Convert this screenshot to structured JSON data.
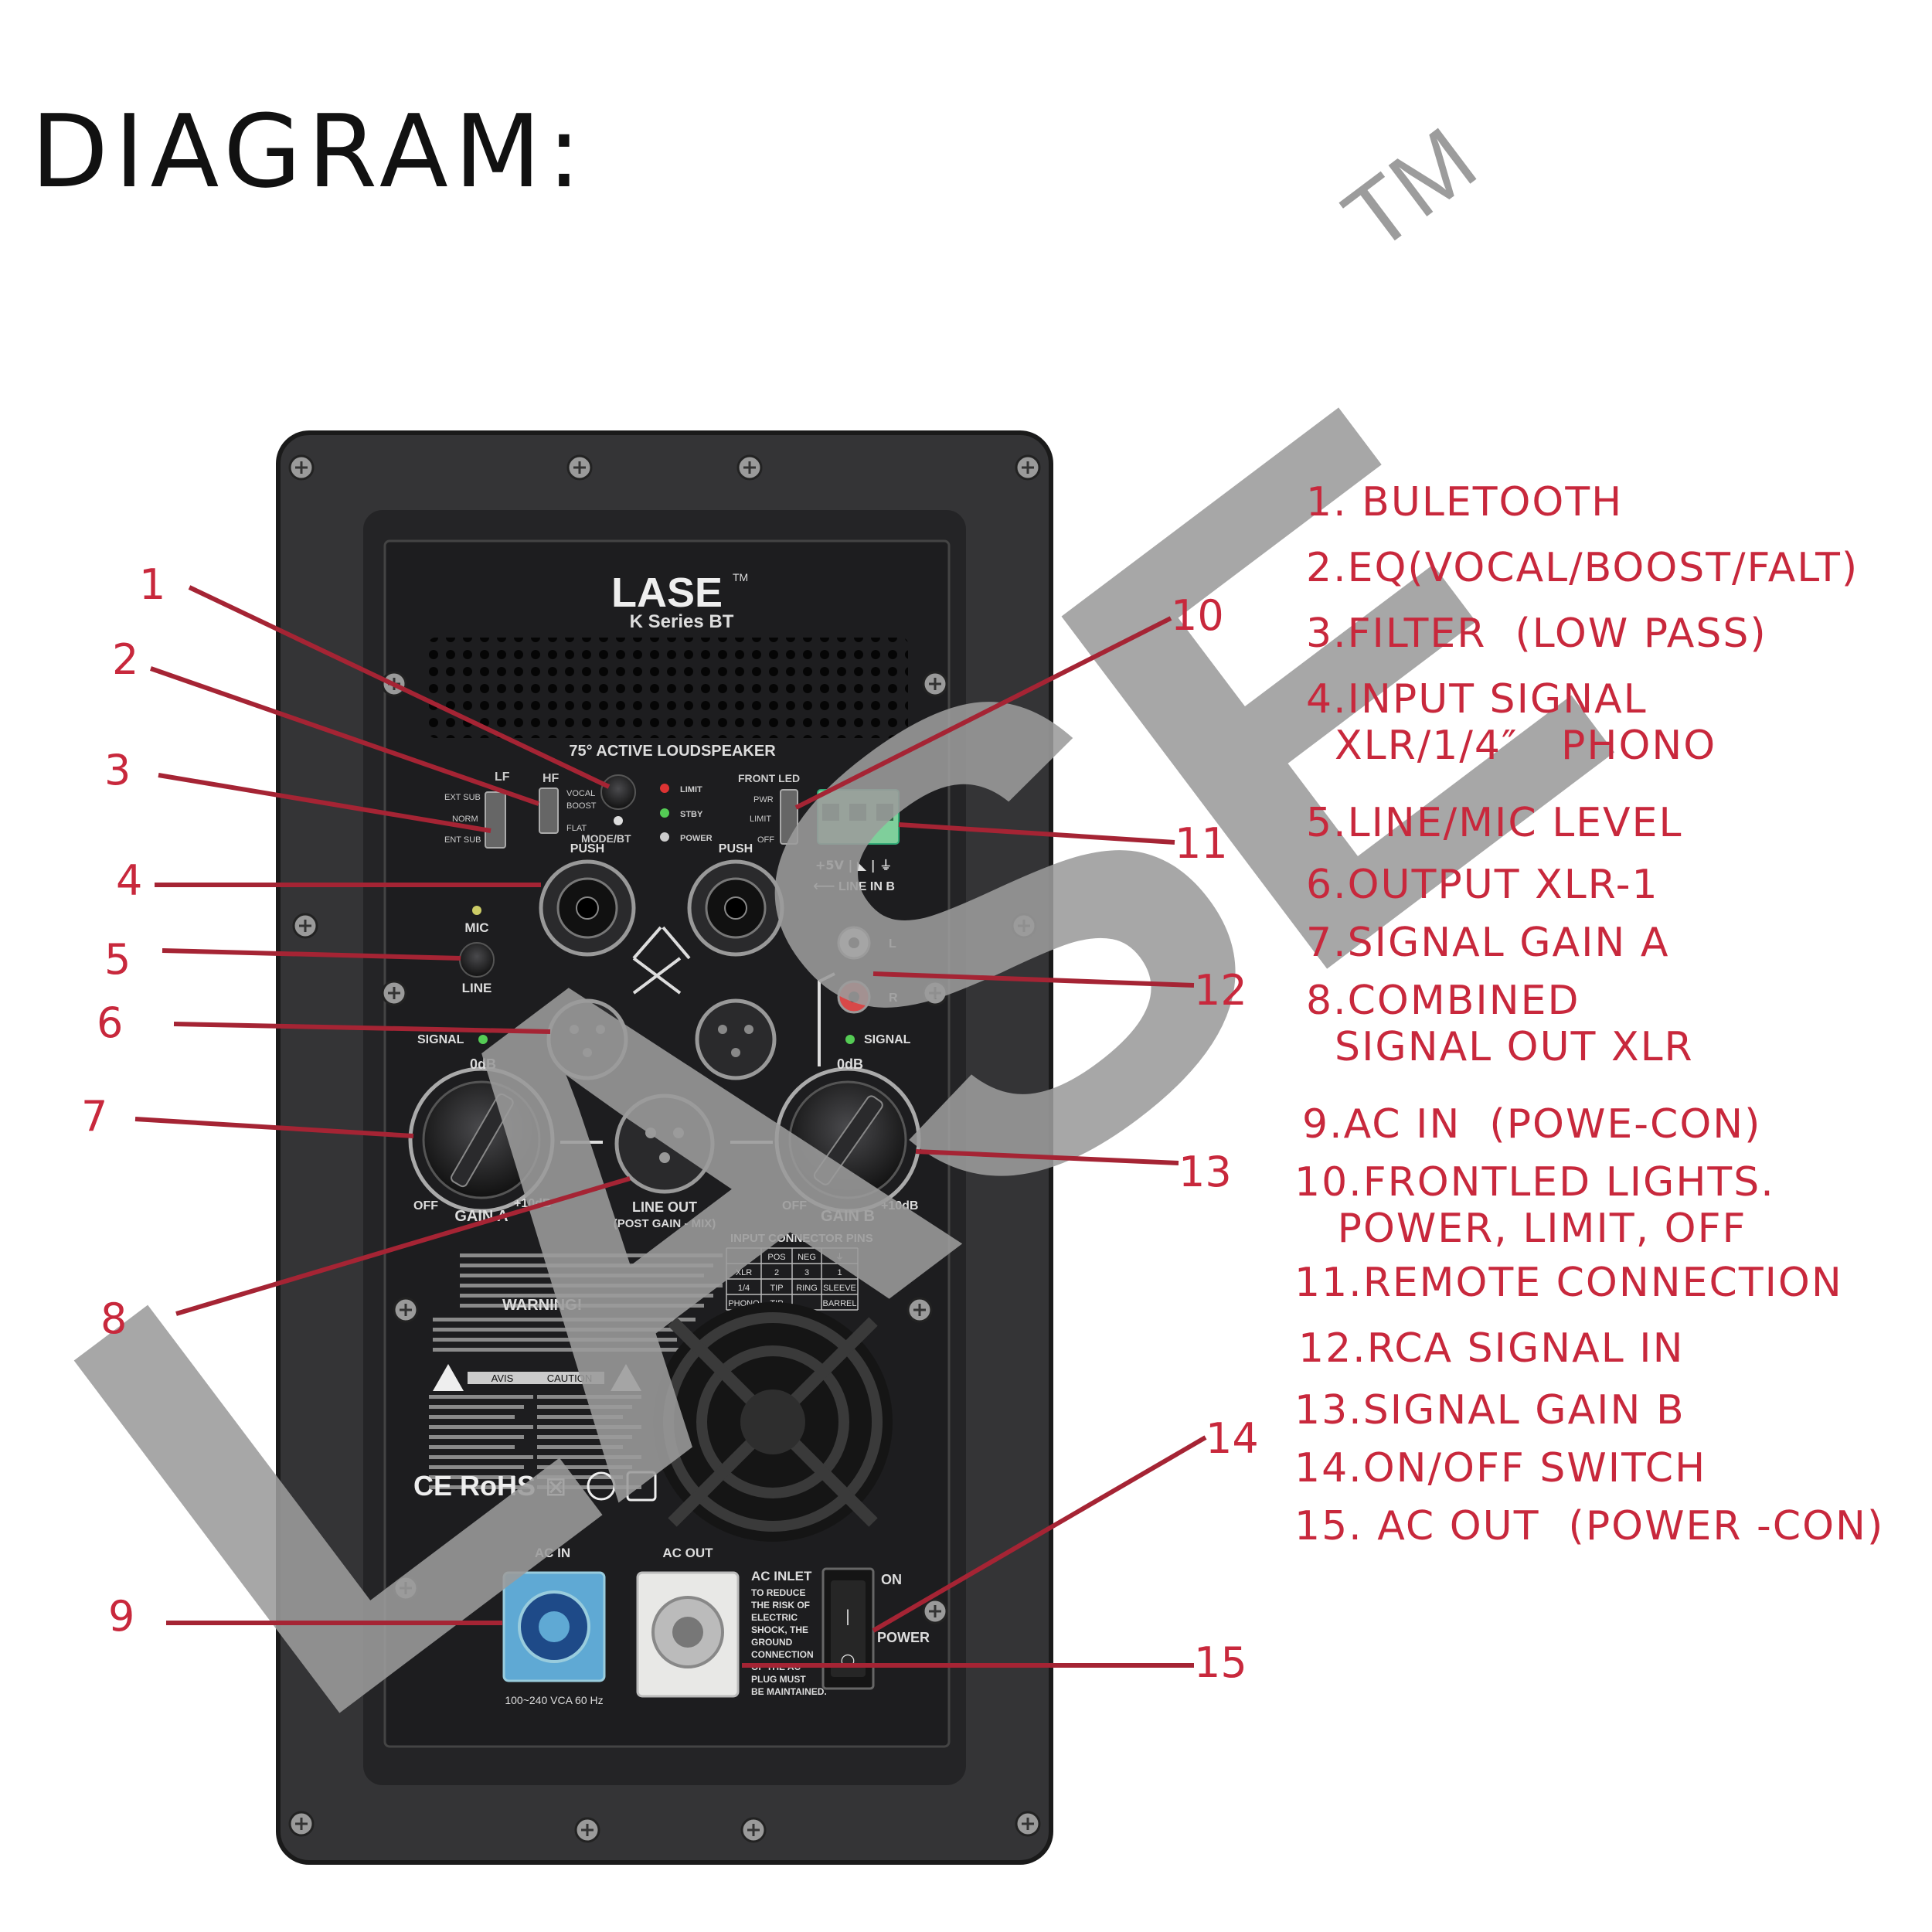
{
  "page": {
    "title": "DIAGRAM:"
  },
  "watermark": {
    "text": "LASE",
    "tm": "TM",
    "color": "#9c9c9c"
  },
  "panel": {
    "brand": "LASE",
    "brand_tm": "TM",
    "model": "K Series BT",
    "speaker_type": "75° ACTIVE LOUDSPEAKER",
    "hf_label": "HF",
    "lf_label": "LF",
    "lf_options": [
      "EXT SUB",
      "NORM",
      "ENT SUB"
    ],
    "hf_options": [
      "VOCAL",
      "BOOST",
      "FLAT"
    ],
    "mode_bt": "MODE/BT",
    "leds": [
      "LIMIT",
      "STBY",
      "POWER"
    ],
    "front_led": {
      "title": "FRONT LED",
      "options": [
        "PWR",
        "LIMIT",
        "OFF"
      ]
    },
    "remote": {
      "pins": "+5V | ◣ | ⏚",
      "label": "LINE IN B"
    },
    "push": "PUSH",
    "mic": "MIC",
    "line": "LINE",
    "signal": "SIGNAL",
    "rca": [
      "L",
      "R"
    ],
    "gain_a": {
      "label": "GAIN A",
      "off": "OFF",
      "zero": "0dB",
      "max": "+10dB"
    },
    "gain_b": {
      "label": "GAIN B",
      "off": "OFF",
      "zero": "0dB",
      "max": "+10dB"
    },
    "line_out": [
      "LINE OUT",
      "(POST GAIN - MIX)"
    ],
    "pins_table": {
      "title": "INPUT CONNECTOR PINS",
      "rows": [
        [
          "",
          "POS",
          "NEG",
          "⏚"
        ],
        [
          "XLR",
          "2",
          "3",
          "1"
        ],
        [
          "1/4",
          "TIP",
          "RING",
          "SLEEVE"
        ],
        [
          "PHONO",
          "TIP",
          "",
          "BARREL"
        ]
      ]
    },
    "warning": "WARNING!",
    "avis": "AVIS",
    "caution": "CAUTION",
    "marks": "CE RoHS",
    "ac_in": "AC IN",
    "ac_out": "AC OUT",
    "voltage": "100~240 VCA 60 Hz",
    "ac_inlet": [
      "AC INLET",
      "TO REDUCE",
      "THE RISK OF",
      "ELECTRIC",
      "SHOCK, THE",
      "GROUND",
      "CONNECTION",
      "OF THE AC",
      "PLUG MUST",
      "BE MAINTAINED."
    ],
    "on": "ON",
    "power": "POWER"
  },
  "callouts": [
    "1",
    "2",
    "3",
    "4",
    "5",
    "6",
    "7",
    "8",
    "9",
    "10",
    "11",
    "12",
    "13",
    "14",
    "15"
  ],
  "legend": [
    [
      "1. BULETOOTH"
    ],
    [
      "2.EQ(VOCAL/BOOST/FALT)"
    ],
    [
      "3.FILTER  (LOW PASS)"
    ],
    [
      "4.INPUT SIGNAL",
      "  XLR/1/4″   PHONO"
    ],
    [
      "5.LINE/MIC LEVEL"
    ],
    [
      "6.OUTPUT XLR-1"
    ],
    [
      "7.SIGNAL GAIN A"
    ],
    [
      "8.COMBINED",
      "  SIGNAL OUT XLR"
    ],
    [
      "9.AC IN  (POWE-CON)"
    ],
    [
      "10.FRONTLED LIGHTS.",
      "   POWER, LIMIT, OFF"
    ],
    [
      "11.REMOTE CONNECTION"
    ],
    [
      "12.RCA SIGNAL IN"
    ],
    [
      "13.SIGNAL GAIN B"
    ],
    [
      "14.ON/OFF SWITCH"
    ],
    [
      "15. AC OUT  (POWER -CON)"
    ]
  ],
  "colors": {
    "accent": "#c8283c",
    "panel": "#2b2b2d",
    "plate": "#1b1b1c",
    "bezel": "#3a3a3c"
  }
}
